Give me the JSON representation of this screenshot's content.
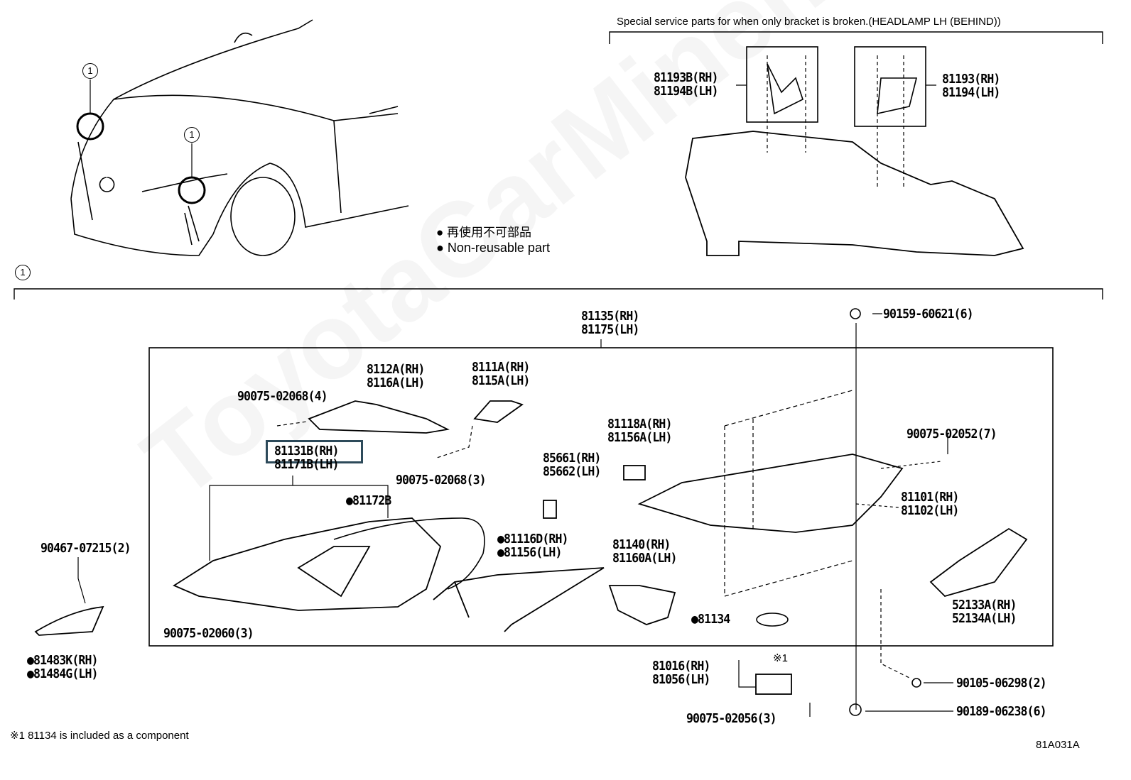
{
  "watermark": "ToyotaCarMiner.ru",
  "diagram_code": "81A031A",
  "footnote": "※1 81134 is included as a component",
  "special_header": "Special service parts for when only bracket is broken.(HEADLAMP LH (BEHIND))",
  "legend": {
    "jp": "● 再使用不可部品",
    "en": "● Non-reusable part"
  },
  "callouts": {
    "c1": "1",
    "c2": "1",
    "c3": "1",
    "note_mark": "※1"
  },
  "highlight_color": "#2d4a5a",
  "parts": {
    "p81193B": [
      "81193B(RH)",
      "81194B(LH)"
    ],
    "p81193": [
      "81193(RH)",
      "81194(LH)"
    ],
    "p81135": [
      "81135(RH)",
      "81175(LH)"
    ],
    "p90159": [
      "90159-60621(6)"
    ],
    "p8112A": [
      "8112A(RH)",
      "8116A(LH)"
    ],
    "p8111A": [
      "8111A(RH)",
      "8115A(LH)"
    ],
    "p90075_4": [
      "90075-02068(4)"
    ],
    "p81131B": [
      "81131B(RH)",
      "81171B(LH)"
    ],
    "p90075_3": [
      "90075-02068(3)"
    ],
    "p81118A": [
      "81118A(RH)",
      "81156A(LH)"
    ],
    "p85661": [
      "85661(RH)",
      "85662(LH)"
    ],
    "p90075_7": [
      "90075-02052(7)"
    ],
    "p81172B": [
      "●81172B"
    ],
    "p81101": [
      "81101(RH)",
      "81102(LH)"
    ],
    "p90467": [
      "90467-07215(2)"
    ],
    "p81116D": [
      "●81116D(RH)",
      "●81156(LH)"
    ],
    "p81140": [
      "81140(RH)",
      "81160A(LH)"
    ],
    "p52133A": [
      "52133A(RH)",
      "52134A(LH)"
    ],
    "p90075_060": [
      "90075-02060(3)"
    ],
    "p81134": [
      "●81134"
    ],
    "p81483K": [
      "●81483K(RH)",
      "●81484G(LH)"
    ],
    "p81016": [
      "81016(RH)",
      "81056(LH)"
    ],
    "p90105": [
      "90105-06298(2)"
    ],
    "p90189": [
      "90189-06238(6)"
    ],
    "p90075_056": [
      "90075-02056(3)"
    ]
  }
}
